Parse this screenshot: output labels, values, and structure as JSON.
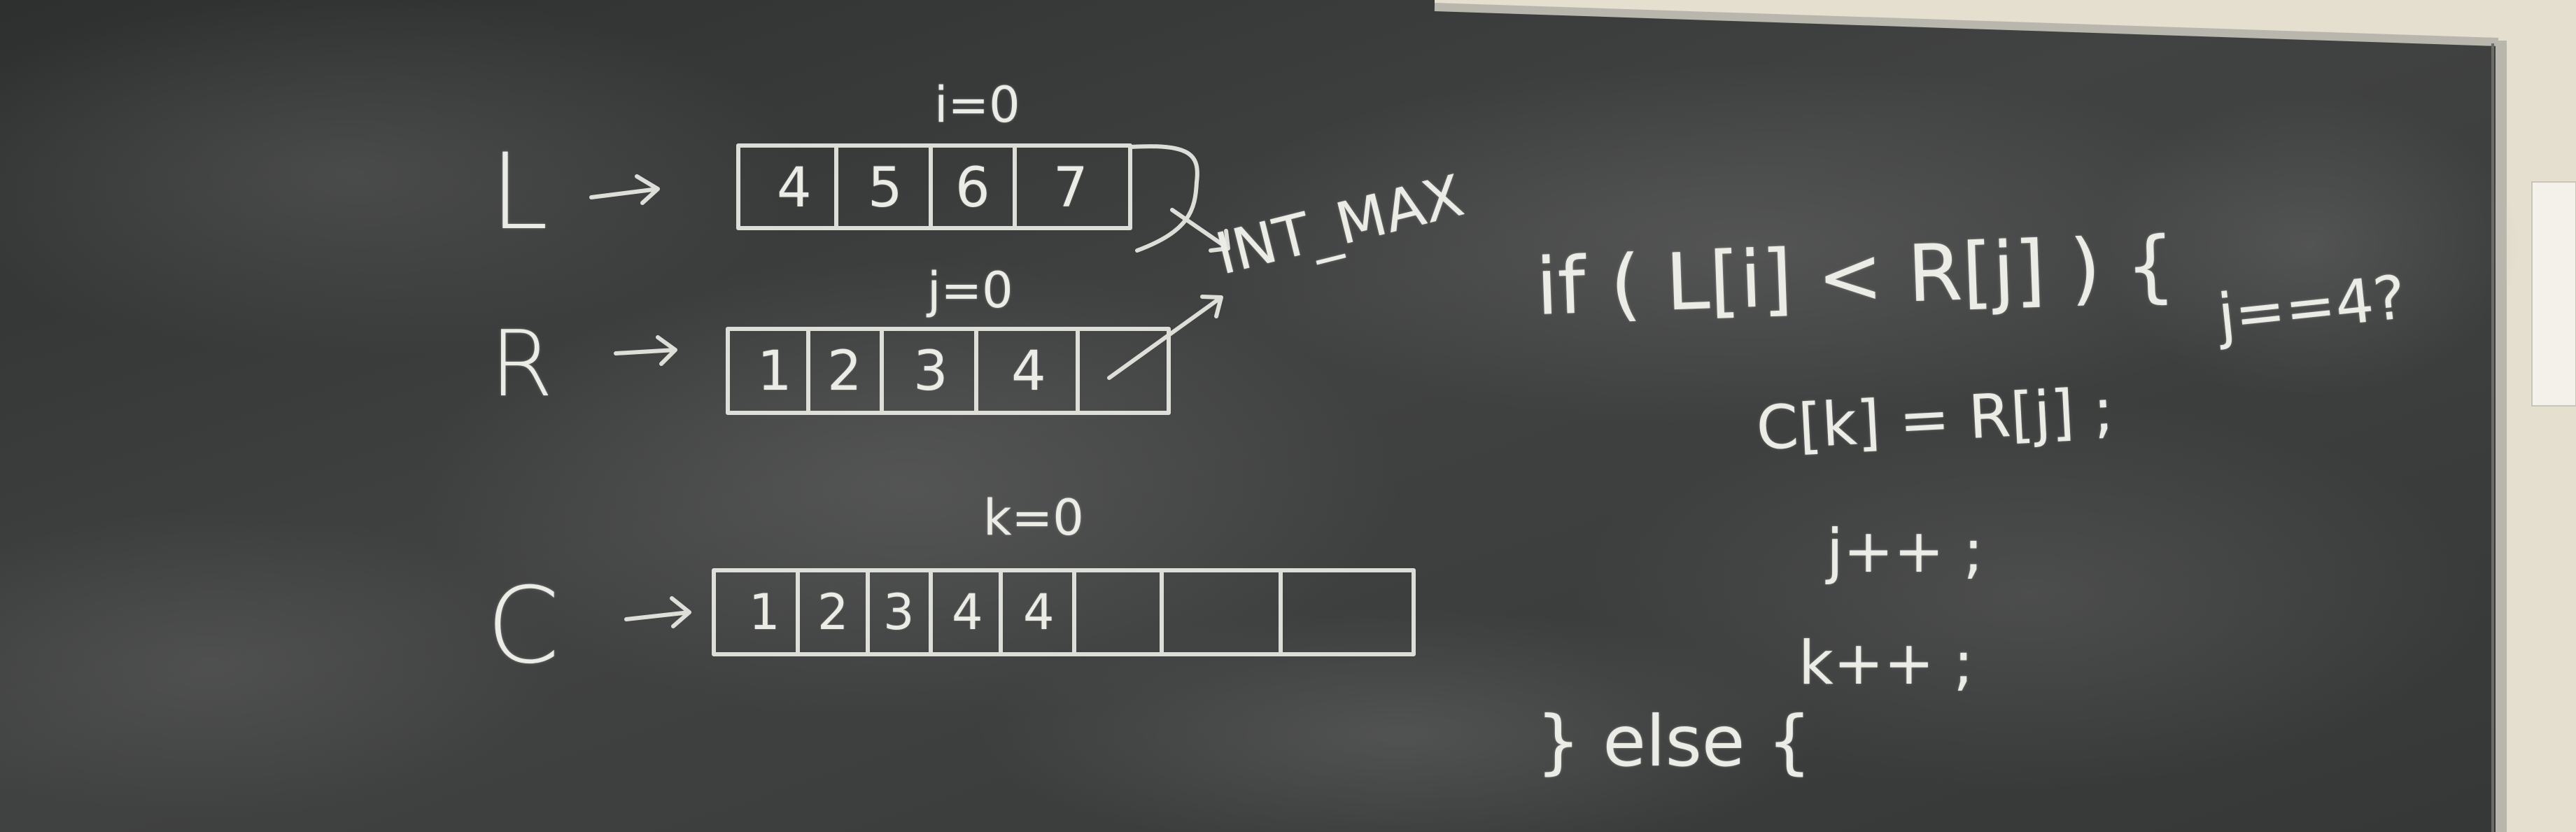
{
  "arrays": {
    "L": {
      "name": "L",
      "cells": [
        "4",
        "5",
        "6",
        "7"
      ],
      "index_label": "i=0",
      "sentinel": "INT_MAX"
    },
    "R": {
      "name": "R",
      "cells": [
        "1",
        "2",
        "3",
        "4"
      ],
      "index_label": "j=0"
    },
    "C": {
      "name": "C",
      "cells": [
        "1",
        "2",
        "3",
        "4",
        "4",
        "",
        ""
      ],
      "index_label": "k=0"
    }
  },
  "code": {
    "line1": "if ( L[i] < R[j] ) {",
    "line2": "C[k] = R[j] ;",
    "line3": "j++ ;",
    "line4": "k++ ;",
    "line5": "} else {"
  },
  "side_note": "j==4?",
  "colors": {
    "board": "#3a3b3b",
    "chalk": "#ecece6",
    "frame": "#b9b6ae",
    "wall": "#e4dfcf"
  }
}
